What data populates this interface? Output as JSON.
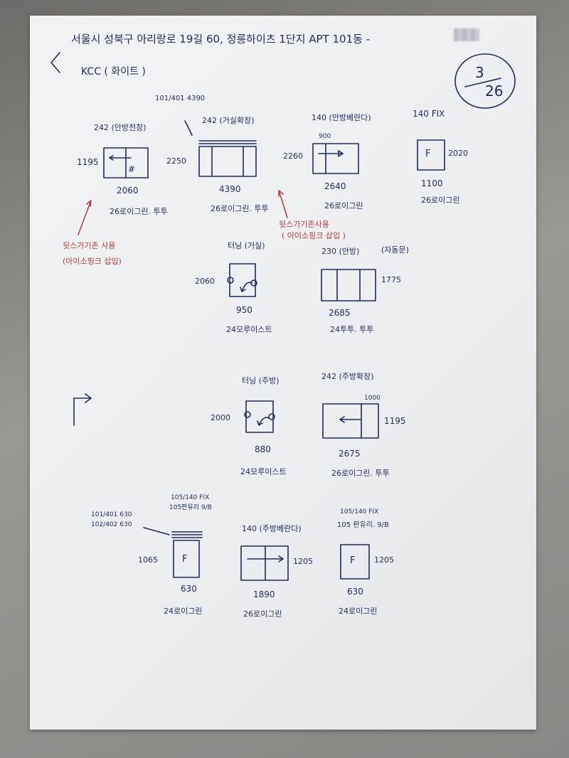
{
  "header": {
    "back_glyph": "<",
    "address": "서울시  성북구  아리랑로    19길 60,  정릉하이츠 1단지 APT    101동 -",
    "brand": "KCC ( 화이트 )",
    "page_top": "3",
    "page_bottom": "26"
  },
  "windows": [
    {
      "id": "w1",
      "title": "242 (안방전창)",
      "width": "2060",
      "height": "1195",
      "spec": "26로이그린. 투투"
    },
    {
      "id": "w2",
      "title": "242 (거실확장)",
      "note": "101/401 4390",
      "width": "4390",
      "height": "2250",
      "spec": "26로이그린. 투투"
    },
    {
      "id": "w3",
      "title": "140 (안방베란다)",
      "note": "900",
      "width": "2640",
      "height": "2260",
      "spec": "26로이그린"
    },
    {
      "id": "w4",
      "title": "140 FIX",
      "width": "1100",
      "height": "2020",
      "spec": "26로이그린"
    },
    {
      "id": "w5",
      "title": "터닝 (거실)",
      "width": "950",
      "height": "2060",
      "spec": "24모루이스트"
    },
    {
      "id": "w6",
      "title": "230 (안방)",
      "title_extra": "(자동문)",
      "width": "2685",
      "height": "1775",
      "spec": "24투투. 투투"
    },
    {
      "id": "w7",
      "title": "터닝 (주방)",
      "width": "880",
      "height": "2000",
      "spec": "24모루이스트"
    },
    {
      "id": "w8",
      "title": "242 (주방확장)",
      "note": "1000",
      "width": "2675",
      "height": "1195",
      "spec": "26로이그린. 투투"
    },
    {
      "id": "w9",
      "title": "105/140 FIX",
      "note1": "105판유리 9/B",
      "note2a": "101/401 630",
      "note2b": "102/402 630",
      "width": "630",
      "height": "1065",
      "spec": "24로이그린"
    },
    {
      "id": "w10",
      "title": "140 (주방베란다)",
      "width": "1890",
      "height": "1205",
      "spec": "26로이그린"
    },
    {
      "id": "w11",
      "title": "105/140 FIX",
      "note": "105 판유리. 9/B",
      "width": "630",
      "height": "1205",
      "spec": "24로이그린"
    }
  ],
  "red_notes": {
    "left_line1": "뒷스가기존 사용",
    "left_line2": "(아이소핑크 삽입)",
    "mid_line1": "뒷스가기존사용",
    "mid_line2": "( 아이소핑크 삽입 )"
  },
  "colors": {
    "ink": "#1f2a5a",
    "red_ink": "#b23a3a",
    "paper": "#eef0f3"
  }
}
